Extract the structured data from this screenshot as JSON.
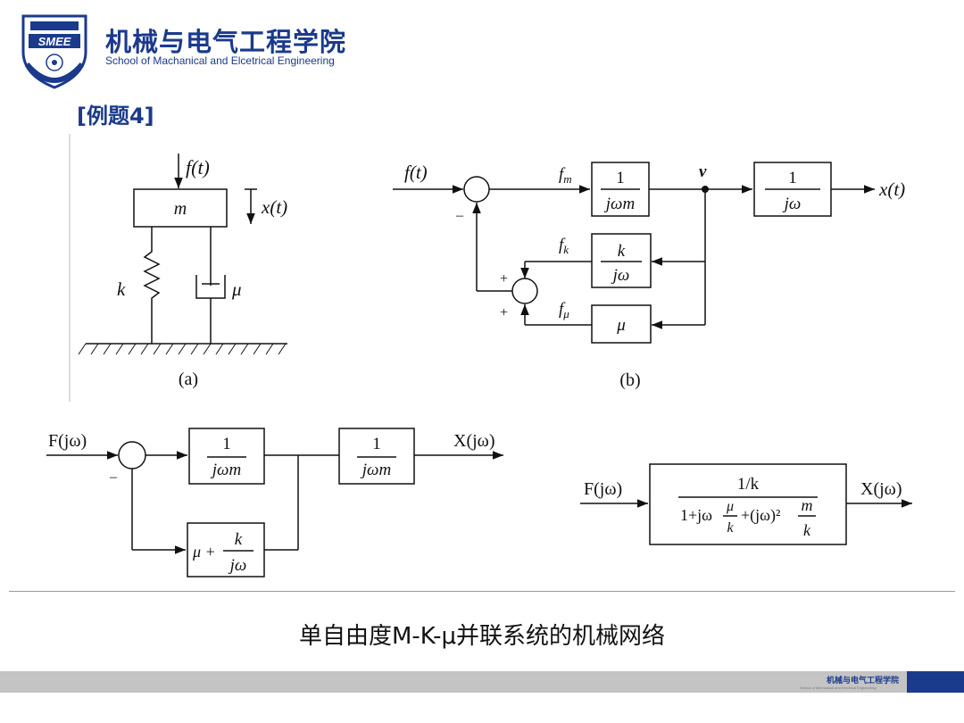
{
  "header": {
    "logo_text": "SMEE",
    "school_name_cn": "机械与电气工程学院",
    "school_name_en": "School of Machanical and Elcetrical Engineering"
  },
  "example_label": "[例题4]",
  "figure_a": {
    "force": "f(t)",
    "mass": "m",
    "displacement": "x(t)",
    "spring": "k",
    "damper": "μ",
    "caption": "(a)"
  },
  "figure_b": {
    "input": "f(t)",
    "fm": "f",
    "fm_sub": "m",
    "block1_num": "1",
    "block1_den": "jωm",
    "node": "v",
    "block2_num": "1",
    "block2_den": "jω",
    "output": "x(t)",
    "fk": "f",
    "fk_sub": "k",
    "block3_num": "k",
    "block3_den": "jω",
    "fmu": "f",
    "fmu_sub": "μ",
    "block4": "μ",
    "minus": "–",
    "plus": "+",
    "caption": "(b)"
  },
  "figure_c": {
    "input": "F(jω)",
    "block1_num": "1",
    "block1_den": "jωm",
    "block2_num": "1",
    "block2_den": "jωm",
    "output": "X(jω)",
    "minus": "–",
    "block3_prefix": "μ +",
    "block3_num": "k",
    "block3_den": "jω"
  },
  "figure_d": {
    "input": "F(jω)",
    "num": "1/k",
    "den_part1": "1+jω",
    "den_mu": "μ",
    "den_k1": "k",
    "den_part2": "+(jω)²",
    "den_m": "m",
    "den_k2": "k",
    "output": "X(jω)"
  },
  "caption": "单自由度M-K-μ并联系统的机械网络",
  "footer": {
    "school_name_cn": "机械与电气工程学院",
    "school_name_en": "School of Mechanical and Electrical Engineering"
  }
}
